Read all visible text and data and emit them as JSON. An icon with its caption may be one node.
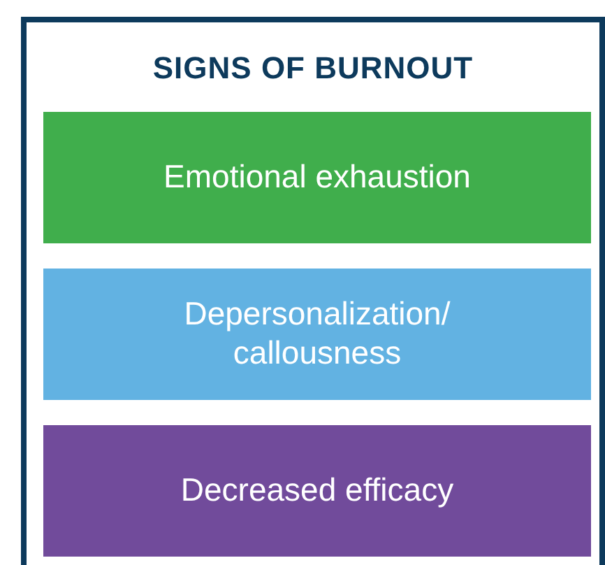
{
  "diagram": {
    "nodes": [
      {
        "text": [
          "SIGNS OF BURNOUT"
        ]
      },
      {
        "text": [
          "Emotional exhaustion"
        ],
        "in": 0
      },
      {
        "text": [
          "Depersonalization/ callousness"
        ],
        "in": 0
      },
      {
        "text": [
          "Decreased efficacy"
        ],
        "in": 0
      }
    ]
  }
}
